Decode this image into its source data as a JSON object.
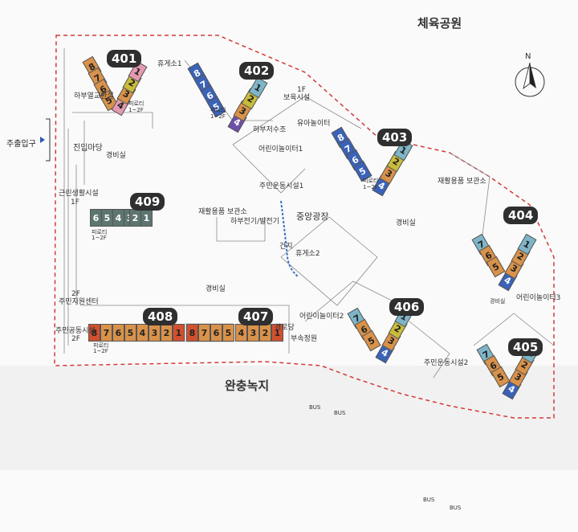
{
  "labels": {
    "sports_park": "체육공원",
    "buffer_green": "완충녹지",
    "central_plaza": "중앙광장",
    "main_entrance": "주출입구",
    "entry_yard": "진입마당",
    "rest_area1": "휴게소1",
    "rest_area2": "휴게소2",
    "daycare_floor": "1F",
    "daycare": "보육시설",
    "infant_playground": "유아놀이터",
    "lower_water_tank": "하부저수조",
    "kids_playground1": "어린이놀이터1",
    "resident_exercise1": "주민운동시설1",
    "recycling_storage": "재활용품 보관소",
    "lower_substation": "하부전기/발전기",
    "guard_house": "경비실",
    "dry_area": "건지",
    "cooling_facility": "하부열교환실",
    "neighborhood_floor": "1F",
    "neighborhood_facility": "근린생활시설",
    "resident_support_floor": "2F",
    "resident_support": "주민지원센터",
    "resident_common_floor": "2F",
    "resident_common": "주민공동시설",
    "kids_playground2": "어린이놀이터2",
    "kids_playground3": "어린이놀이터3",
    "resident_exercise2": "주민운동시설2",
    "senior_center": "경로당",
    "annex_garden": "부속정원",
    "guard_house2": "경비실",
    "guard_house3": "경비실",
    "guard_house4": "경비실",
    "recycling_storage2": "재활용품 보관소",
    "pilotis": "피로티",
    "pilotis_floor": "1~2F",
    "north": "N",
    "bus": "BUS"
  },
  "buildings": [
    {
      "id": "401",
      "units": [
        "8",
        "7",
        "6",
        "5",
        "4",
        "3",
        "2",
        "1"
      ]
    },
    {
      "id": "402",
      "units": [
        "8",
        "7",
        "6",
        "5",
        "4",
        "3",
        "2",
        "1"
      ]
    },
    {
      "id": "403",
      "units": [
        "8",
        "7",
        "6",
        "5",
        "4",
        "3",
        "2",
        "1"
      ]
    },
    {
      "id": "404",
      "units": [
        "7",
        "6",
        "5",
        "4",
        "3",
        "2",
        "1"
      ]
    },
    {
      "id": "405",
      "units": [
        "7",
        "6",
        "5",
        "4",
        "3",
        "2",
        "1"
      ]
    },
    {
      "id": "406",
      "units": [
        "7",
        "6",
        "5",
        "4",
        "3",
        "2",
        "1"
      ]
    },
    {
      "id": "407",
      "units": [
        "4",
        "3",
        "2",
        "1"
      ]
    },
    {
      "id": "408",
      "units": [
        "8",
        "7",
        "6",
        "5",
        "4",
        "3",
        "2",
        "1"
      ]
    },
    {
      "id": "409",
      "units": [
        "6",
        "5",
        "4",
        "3",
        "2",
        "1"
      ]
    },
    {
      "id": "408b",
      "units": [
        "8",
        "7",
        "6",
        "5"
      ]
    }
  ],
  "colors": {
    "orange": "#d9924a",
    "yellow": "#c9bc3a",
    "pink": "#e39ab0",
    "blue": "#3a62b8",
    "navy": "#2f3c8c",
    "teal": "#7fb5c8",
    "purple": "#6e4fa8",
    "red": "#d2502f",
    "gray_green": "#5d7570",
    "boundary": "#d33a3a"
  }
}
